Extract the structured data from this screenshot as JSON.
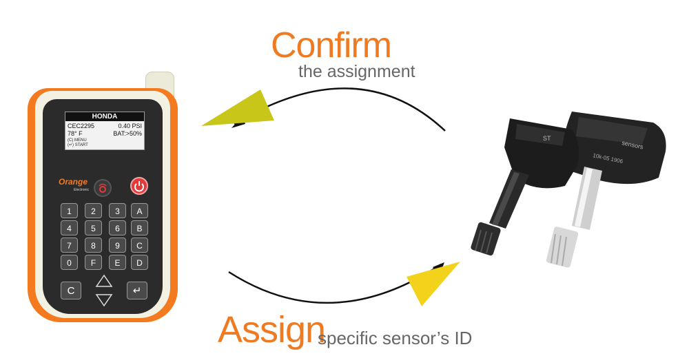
{
  "labels": {
    "confirm_title": "Confirm",
    "confirm_sub": "the assignment",
    "assign_title": "Assign",
    "assign_sub": "specific sensor’s ID"
  },
  "device": {
    "screen": {
      "header": "HONDA",
      "id": "CEC2295",
      "pressure": "0.40 PSI",
      "temp": "78° F",
      "battery": "BAT:>50%",
      "menu": "(C) MENU",
      "start": "(↵) START"
    },
    "logo": "Orange",
    "logo_small": "Electronic",
    "keys": [
      [
        "1",
        "2",
        "3",
        "A"
      ],
      [
        "4",
        "5",
        "6",
        "B"
      ],
      [
        "7",
        "8",
        "9",
        "C"
      ],
      [
        "0",
        "F",
        "E",
        "D"
      ]
    ],
    "bottom_keys": {
      "c": "C",
      "enter": "↵"
    }
  },
  "sensor": {
    "label_left": "ST",
    "label_right": "sensors",
    "label_code": "10k-05 1906"
  },
  "colors": {
    "accent": "#ee7a22",
    "arrow_top": "#c9c61a",
    "arrow_bottom": "#f3d21c",
    "device_orange": "#f47a20"
  },
  "icons": [
    "power-icon",
    "sensor-icon",
    "up-arrow-icon",
    "down-arrow-icon",
    "enter-icon"
  ]
}
